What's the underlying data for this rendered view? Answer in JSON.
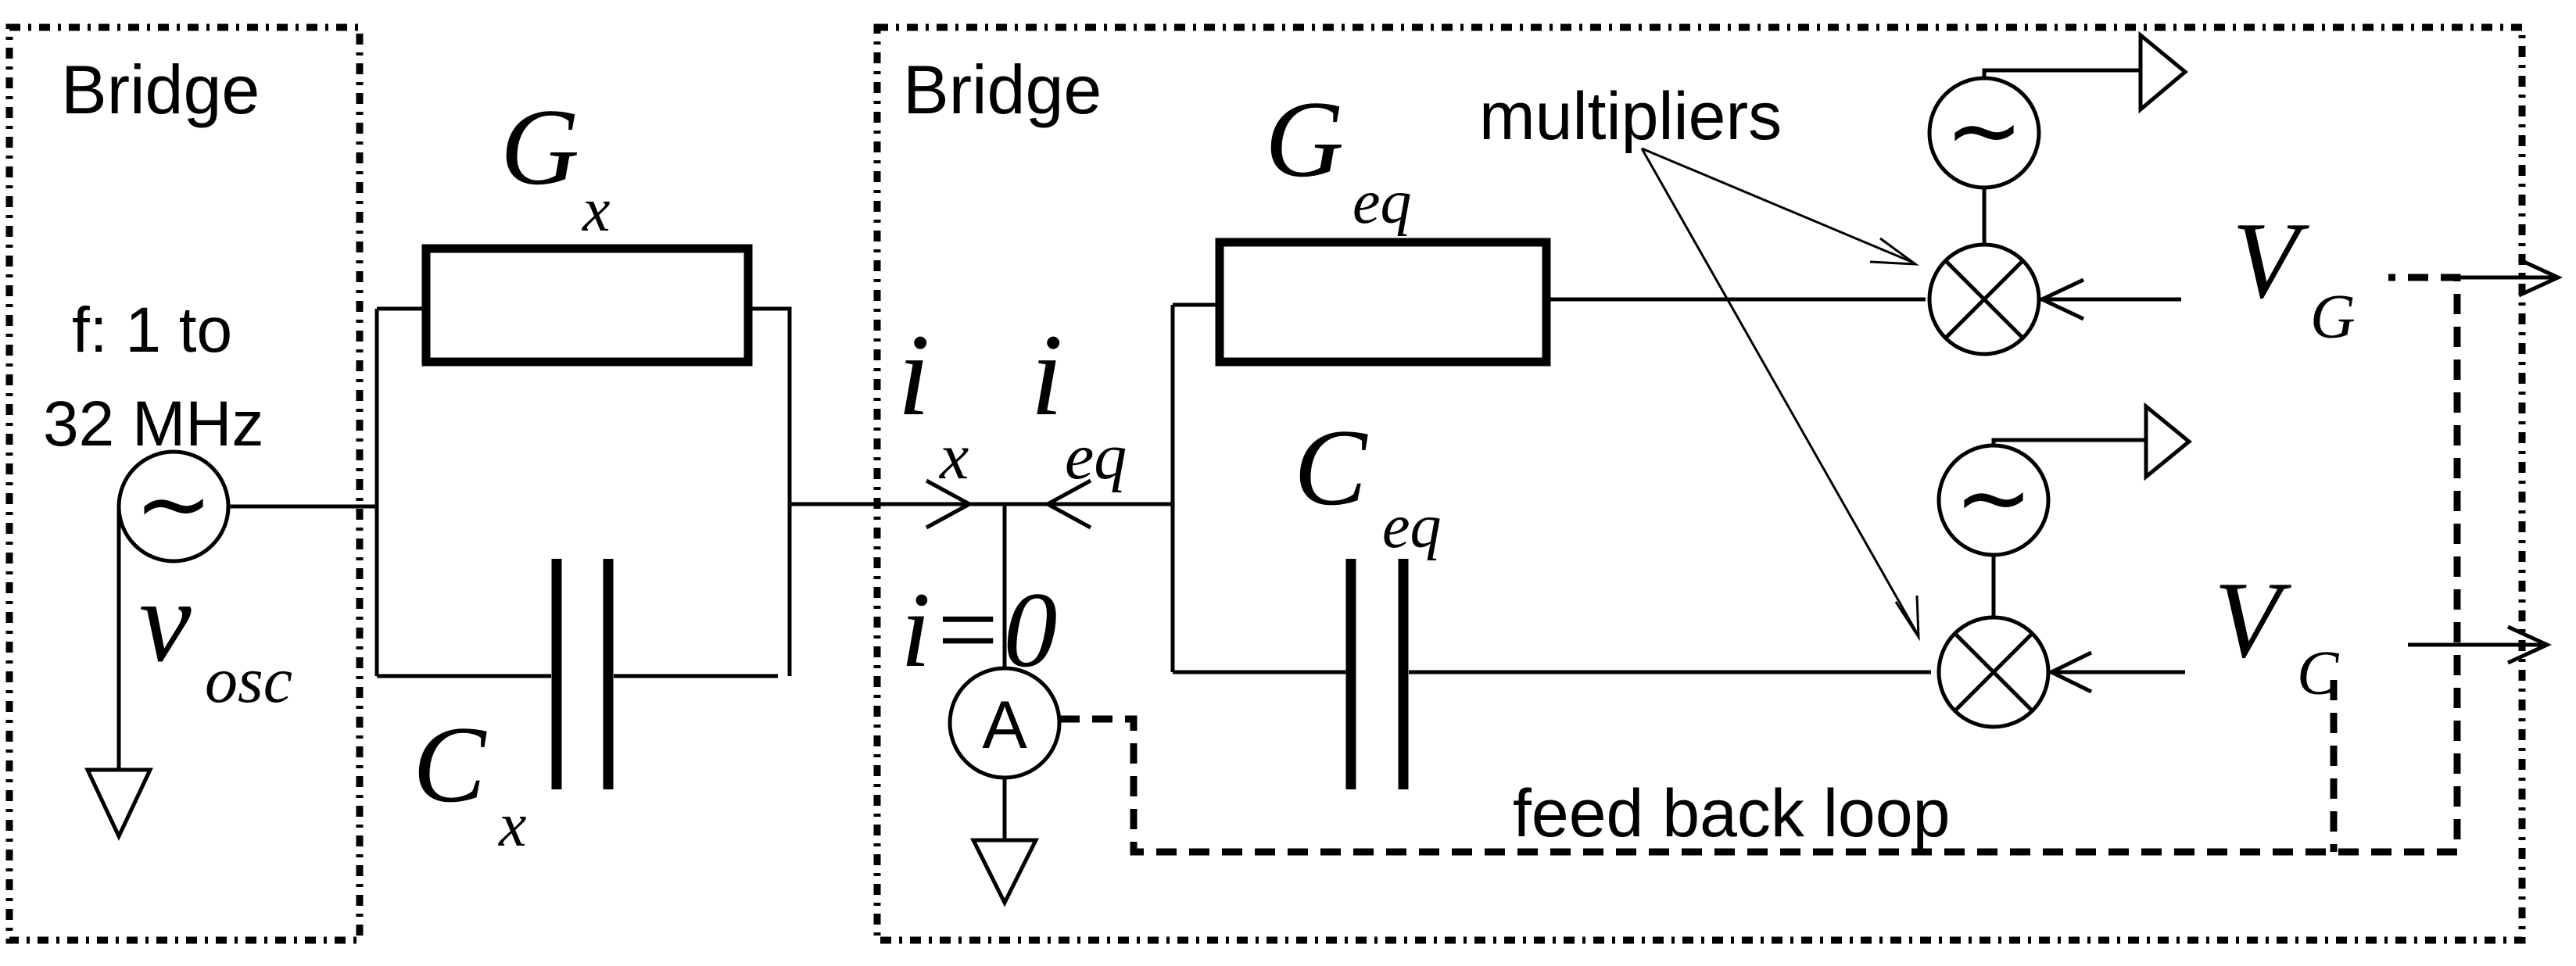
{
  "left_box": {
    "label": "Bridge"
  },
  "right_box": {
    "label": "Bridge"
  },
  "oscillator": {
    "freq_line1": "f: 1 to",
    "freq_line2": "32 MHz",
    "voltage_symbol": "v",
    "voltage_subscript": "osc"
  },
  "sample": {
    "conductance_symbol": "G",
    "conductance_subscript": "x",
    "capacitance_symbol": "C",
    "capacitance_subscript": "x"
  },
  "currents": {
    "ix_symbol": "i",
    "ix_subscript": "x",
    "ieq_symbol": "i",
    "ieq_subscript": "eq",
    "balance": "i=0",
    "ammeter": "A"
  },
  "reference": {
    "conductance_symbol": "G",
    "conductance_subscript": "eq",
    "capacitance_symbol": "C",
    "capacitance_subscript": "eq"
  },
  "control": {
    "multipliers_label": "multipliers",
    "vg_symbol": "V",
    "vg_subscript": "G",
    "vc_symbol": "V",
    "vc_subscript": "C",
    "feedback_label": "feed back loop"
  },
  "icons": {
    "ac_source": "tilde",
    "multiplier": "circled-times",
    "output": "triangle",
    "ground": "triangle-down"
  }
}
